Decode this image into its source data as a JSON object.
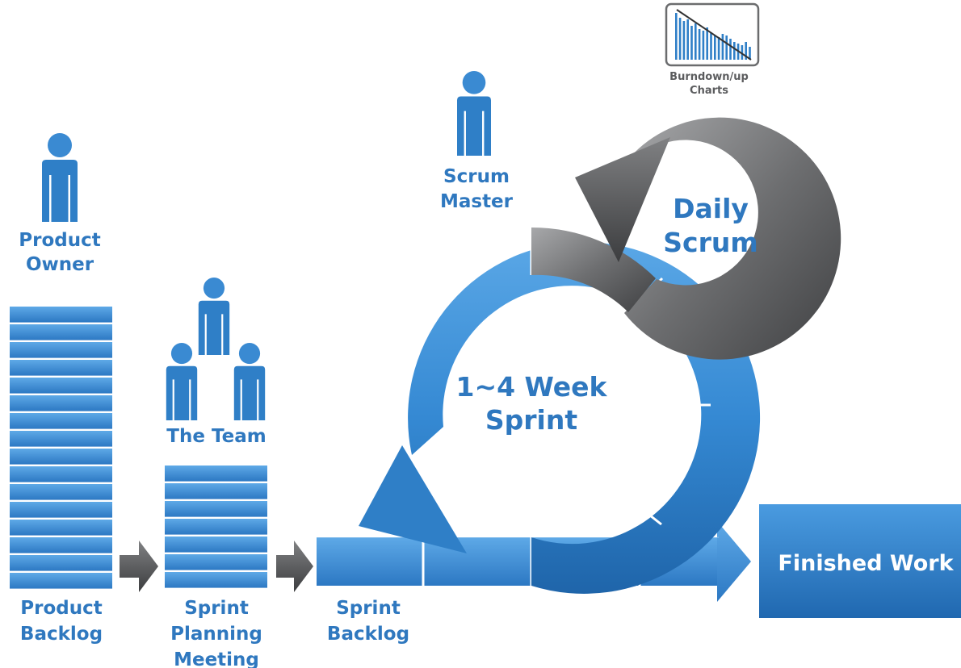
{
  "labels": {
    "product_owner": [
      "Product",
      "Owner"
    ],
    "scrum_master": [
      "Scrum",
      "Master"
    ],
    "the_team": "The Team",
    "product_backlog": [
      "Product",
      "Backlog"
    ],
    "sprint_planning": [
      "Sprint",
      "Planning",
      "Meeting"
    ],
    "sprint_backlog": [
      "Sprint",
      "Backlog"
    ],
    "sprint_cycle": [
      "1~4 Week",
      "Sprint"
    ],
    "daily_scrum": [
      "Daily",
      "Scrum"
    ],
    "burndown_chart": [
      "Burndown/up",
      "Charts"
    ],
    "finished_work": "Finished Work"
  },
  "icons": {
    "person": "person-icon",
    "team": "team-icon",
    "chart": "burndown-chart-icon",
    "arrow": "arrow-right-icon"
  },
  "colors": {
    "blue": "#2f7fc7",
    "blue_light": "#4f9bdc",
    "blue_dark": "#1f62a3",
    "grey": "#5f6062",
    "grey_light": "#9a9b9d",
    "grey_dark": "#3a3b3d",
    "label": "#2f78bf"
  }
}
